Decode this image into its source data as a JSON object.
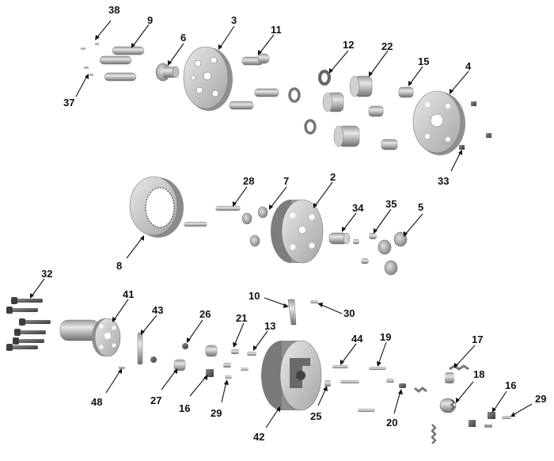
{
  "diagram": {
    "callouts": [
      "38",
      "9",
      "3",
      "6",
      "11",
      "12",
      "22",
      "15",
      "4",
      "37",
      "33",
      "28",
      "7",
      "2",
      "34",
      "35",
      "5",
      "8",
      "32",
      "41",
      "43",
      "10",
      "30",
      "26",
      "21",
      "13",
      "44",
      "19",
      "17",
      "48",
      "27",
      "16",
      "29",
      "25",
      "42",
      "20",
      "18",
      "16",
      "29"
    ],
    "colors": {
      "part_light": "#d6d6d6",
      "part_mid": "#a9a9a9",
      "part_dark": "#6e6e6e",
      "line": "#111111",
      "background": "#ffffff"
    }
  }
}
